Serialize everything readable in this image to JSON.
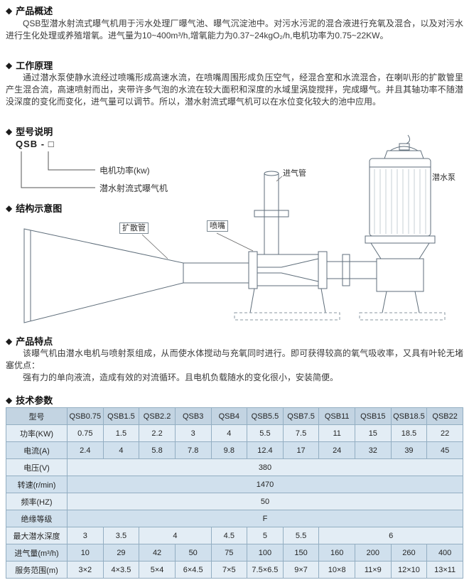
{
  "bullet": "◆",
  "overview": {
    "title": "产品概述",
    "body": "QSB型潜水射流式曝气机用于污水处理厂曝气池、曝气沉淀池中。对污水污泥的混合液进行充氧及混合，以及对污水进行生化处理或养殖增氧。进气量为10~400m³/h,增氧能力为0.37~24kgO₂/h,电机功率为0.75~22KW。"
  },
  "principle": {
    "title": "工作原理",
    "body": "通过潜水泵使静水流经过喷嘴形成高速水流，在喷嘴周围形成负压空气，经混合室和水流混合，在喇叭形的扩散管里产生混合流，高速喷射而出，夹带许多气泡的水流在较大面积和深度的水域里涡旋搅拌，完成曝气。并且其轴功率不随潜没深度的变化而变化，进气量可以调节。所以，潜水射流式曝气机可以在水位变化较大的池中应用。"
  },
  "model": {
    "title": "型号说明",
    "code": "QSB - □",
    "power_label": "电机功率(kw)",
    "name_label": "潜水射流式曝气机"
  },
  "structure": {
    "title": "结构示意图",
    "labels": {
      "diffuser": "扩散管",
      "nozzle": "喷嘴",
      "air_pipe": "进气管",
      "pump": "潜水泵"
    }
  },
  "features": {
    "title": "产品特点",
    "body1": "该曝气机由潜水电机与喷射泵组成，从而使水体搅动与充氧同时进行。即可获得较高的氧气吸收率，又具有叶轮无堵塞优点：",
    "body2": "强有力的单向液流，造成有效的对流循环。且电机负载随水的变化很小，安装简便。"
  },
  "specs": {
    "title": "技术参数",
    "table": {
      "header": [
        "型号",
        "QSB0.75",
        "QSB1.5",
        "QSB2.2",
        "QSB3",
        "QSB4",
        "QSB5.5",
        "QSB7.5",
        "QSB11",
        "QSB15",
        "QSB18.5",
        "QSB22"
      ],
      "rows": [
        {
          "label": "功率(KW)",
          "cells": [
            [
              "0.75"
            ],
            [
              "1.5"
            ],
            [
              "2.2"
            ],
            [
              "3"
            ],
            [
              "4"
            ],
            [
              "5.5"
            ],
            [
              "7.5"
            ],
            [
              "11"
            ],
            [
              "15"
            ],
            [
              "18.5"
            ],
            [
              "22"
            ]
          ]
        },
        {
          "label": "电流(A)",
          "cells": [
            [
              "2.4"
            ],
            [
              "4"
            ],
            [
              "5.8"
            ],
            [
              "7.8"
            ],
            [
              "9.8"
            ],
            [
              "12.4"
            ],
            [
              "17"
            ],
            [
              "24"
            ],
            [
              "32"
            ],
            [
              "39"
            ],
            [
              "45"
            ]
          ]
        },
        {
          "label": "电压(V)",
          "cells": [
            [
              "380",
              11
            ]
          ]
        },
        {
          "label": "转速(r/min)",
          "cells": [
            [
              "1470",
              11
            ]
          ]
        },
        {
          "label": "频率(HZ)",
          "cells": [
            [
              "50",
              11
            ]
          ]
        },
        {
          "label": "绝缘等级",
          "cells": [
            [
              "F",
              11
            ]
          ]
        },
        {
          "label": "最大潜水深度",
          "cells": [
            [
              "3"
            ],
            [
              "3.5"
            ],
            [
              "4",
              2
            ],
            [
              "4.5"
            ],
            [
              "5"
            ],
            [
              "5.5"
            ],
            [
              "6",
              4
            ]
          ]
        },
        {
          "label": "进气量(m³/h)",
          "cells": [
            [
              "10"
            ],
            [
              "29"
            ],
            [
              "42"
            ],
            [
              "50"
            ],
            [
              "75"
            ],
            [
              "100"
            ],
            [
              "150"
            ],
            [
              "160"
            ],
            [
              "200"
            ],
            [
              "260"
            ],
            [
              "400"
            ]
          ]
        },
        {
          "label": "服务范围(m)",
          "cells": [
            [
              "3×2"
            ],
            [
              "4×3.5"
            ],
            [
              "5×4"
            ],
            [
              "6×4.5"
            ],
            [
              "7×5"
            ],
            [
              "7.5×6.5"
            ],
            [
              "9×7"
            ],
            [
              "10×8"
            ],
            [
              "11×9"
            ],
            [
              "12×10"
            ],
            [
              "13×11"
            ]
          ]
        }
      ]
    }
  },
  "colors": {
    "table_border": "#93aec2",
    "table_header_bg": "#c3d4e2",
    "row_light": "#e3edf5",
    "row_mid": "#d0e0ed"
  }
}
